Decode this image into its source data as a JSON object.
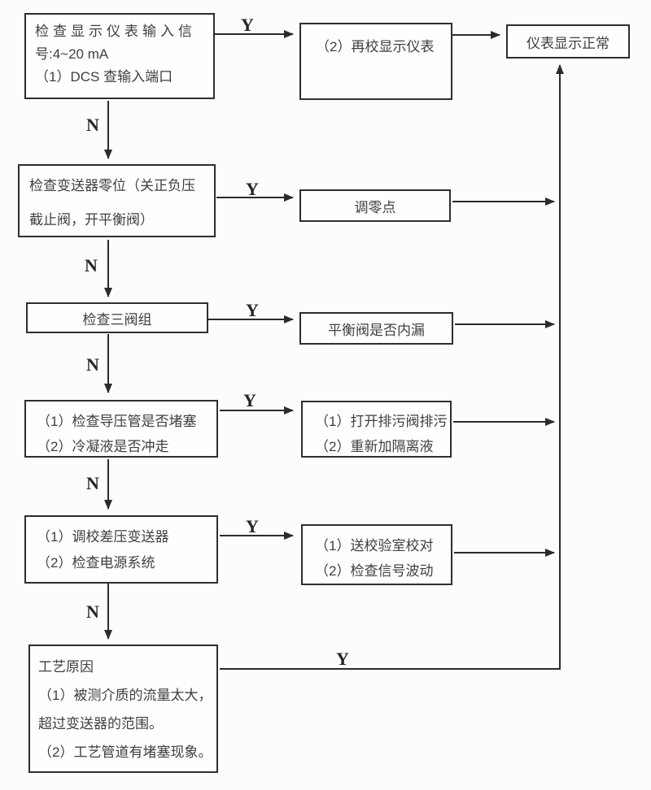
{
  "labels": {
    "yes": "Y",
    "no": "N"
  },
  "colors": {
    "line": "#2b2b2b",
    "box_border": "#2e2e2e",
    "box_bg": "#fefefe",
    "page_bg": "#fbfbfb",
    "text": "#3f3f3f"
  },
  "nodes": {
    "check_input_signal": {
      "lines": [
        "检查显示仪表输入信",
        "号:4~20 mA",
        "（1）DCS 查输入端口"
      ]
    },
    "recalibrate_display": {
      "lines": [
        "（2）再校显示仪表"
      ]
    },
    "display_normal": {
      "lines": [
        "仪表显示正常"
      ]
    },
    "check_transmitter_zero": {
      "lines": [
        "检查变送器零位（关正负压",
        "截止阀，开平衡阀）"
      ]
    },
    "adjust_zero": {
      "lines": [
        "调零点"
      ]
    },
    "check_three_valve_group": {
      "lines": [
        "检查三阀组"
      ]
    },
    "balance_valve_leak": {
      "lines": [
        "平衡阀是否内漏"
      ]
    },
    "check_impulse_pipe": {
      "lines": [
        "（1）检查导压管是否堵塞",
        "（2）冷凝液是否冲走"
      ]
    },
    "open_drain_valve": {
      "lines": [
        "（1）打开排污阀排污",
        "（2）重新加隔离液"
      ]
    },
    "calibrate_dp_transmitter": {
      "lines": [
        "（1）调校差压变送器",
        "（2）检查电源系统"
      ]
    },
    "send_to_calibration_lab": {
      "lines": [
        "（1）送校验室校对",
        "（2）检查信号波动"
      ]
    },
    "process_cause": {
      "lines": [
        "工艺原因",
        "（1）被测介质的流量太大，",
        "超过变送器的范围。",
        "（2）工艺管道有堵塞现象。"
      ]
    }
  }
}
